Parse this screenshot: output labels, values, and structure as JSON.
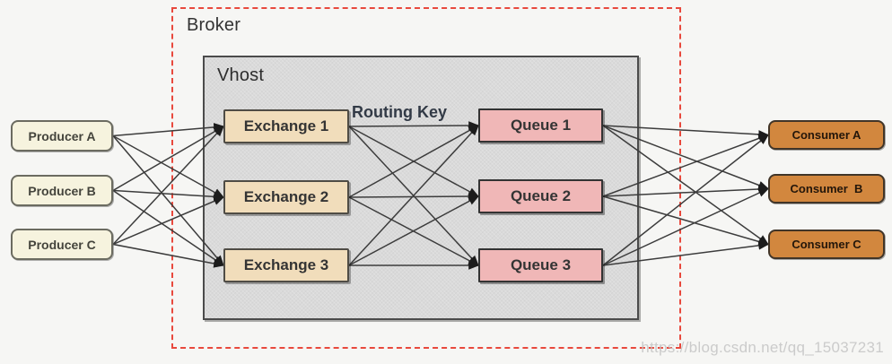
{
  "diagram": {
    "broker": {
      "label": "Broker"
    },
    "vhost": {
      "label": "Vhost"
    },
    "routing_key_label": "Routing Key",
    "nodes": {
      "producer_a": {
        "label": "Producer A"
      },
      "producer_b": {
        "label": "Producer B"
      },
      "producer_c": {
        "label": "Producer C"
      },
      "exchange_1": {
        "label": "Exchange 1"
      },
      "exchange_2": {
        "label": "Exchange 2"
      },
      "exchange_3": {
        "label": "Exchange 3"
      },
      "queue_1": {
        "label": "Queue 1"
      },
      "queue_2": {
        "label": "Queue 2"
      },
      "queue_3": {
        "label": "Queue 3"
      },
      "consumer_a": {
        "label": "Consumer A"
      },
      "consumer_b": {
        "label": "Consumer  B"
      },
      "consumer_c": {
        "label": "Consumer C"
      }
    },
    "edges": [
      {
        "from": "producer-a",
        "to": "exchange-1"
      },
      {
        "from": "producer-a",
        "to": "exchange-2"
      },
      {
        "from": "producer-a",
        "to": "exchange-3"
      },
      {
        "from": "producer-b",
        "to": "exchange-1"
      },
      {
        "from": "producer-b",
        "to": "exchange-2"
      },
      {
        "from": "producer-b",
        "to": "exchange-3"
      },
      {
        "from": "producer-c",
        "to": "exchange-1"
      },
      {
        "from": "producer-c",
        "to": "exchange-2"
      },
      {
        "from": "producer-c",
        "to": "exchange-3"
      },
      {
        "from": "exchange-1",
        "to": "queue-1"
      },
      {
        "from": "exchange-1",
        "to": "queue-2"
      },
      {
        "from": "exchange-1",
        "to": "queue-3"
      },
      {
        "from": "exchange-2",
        "to": "queue-1"
      },
      {
        "from": "exchange-2",
        "to": "queue-2"
      },
      {
        "from": "exchange-2",
        "to": "queue-3"
      },
      {
        "from": "exchange-3",
        "to": "queue-1"
      },
      {
        "from": "exchange-3",
        "to": "queue-2"
      },
      {
        "from": "exchange-3",
        "to": "queue-3"
      },
      {
        "from": "queue-1",
        "to": "consumer-a"
      },
      {
        "from": "queue-1",
        "to": "consumer-b"
      },
      {
        "from": "queue-1",
        "to": "consumer-c"
      },
      {
        "from": "queue-2",
        "to": "consumer-a"
      },
      {
        "from": "queue-2",
        "to": "consumer-b"
      },
      {
        "from": "queue-2",
        "to": "consumer-c"
      },
      {
        "from": "queue-3",
        "to": "consumer-a"
      },
      {
        "from": "queue-3",
        "to": "consumer-b"
      },
      {
        "from": "queue-3",
        "to": "consumer-c"
      }
    ],
    "colors": {
      "bg": "#f6f6f4",
      "broker_border": "#e8493d",
      "vhost_fill": "#dadada",
      "vhost_border": "#4b4b4b",
      "producer_fill": "#f6f3de",
      "producer_border": "#6b6b60",
      "exchange_fill": "#f1ddbb",
      "exchange_border": "#4f4c45",
      "queue_fill": "#f0b7b7",
      "queue_border": "#333333",
      "consumer_fill": "#d2873e",
      "consumer_border": "#413528",
      "edge": "#3c3c3c",
      "watermark": "#c4c4c4"
    },
    "watermark": "https://blog.csdn.net/qq_15037231"
  }
}
